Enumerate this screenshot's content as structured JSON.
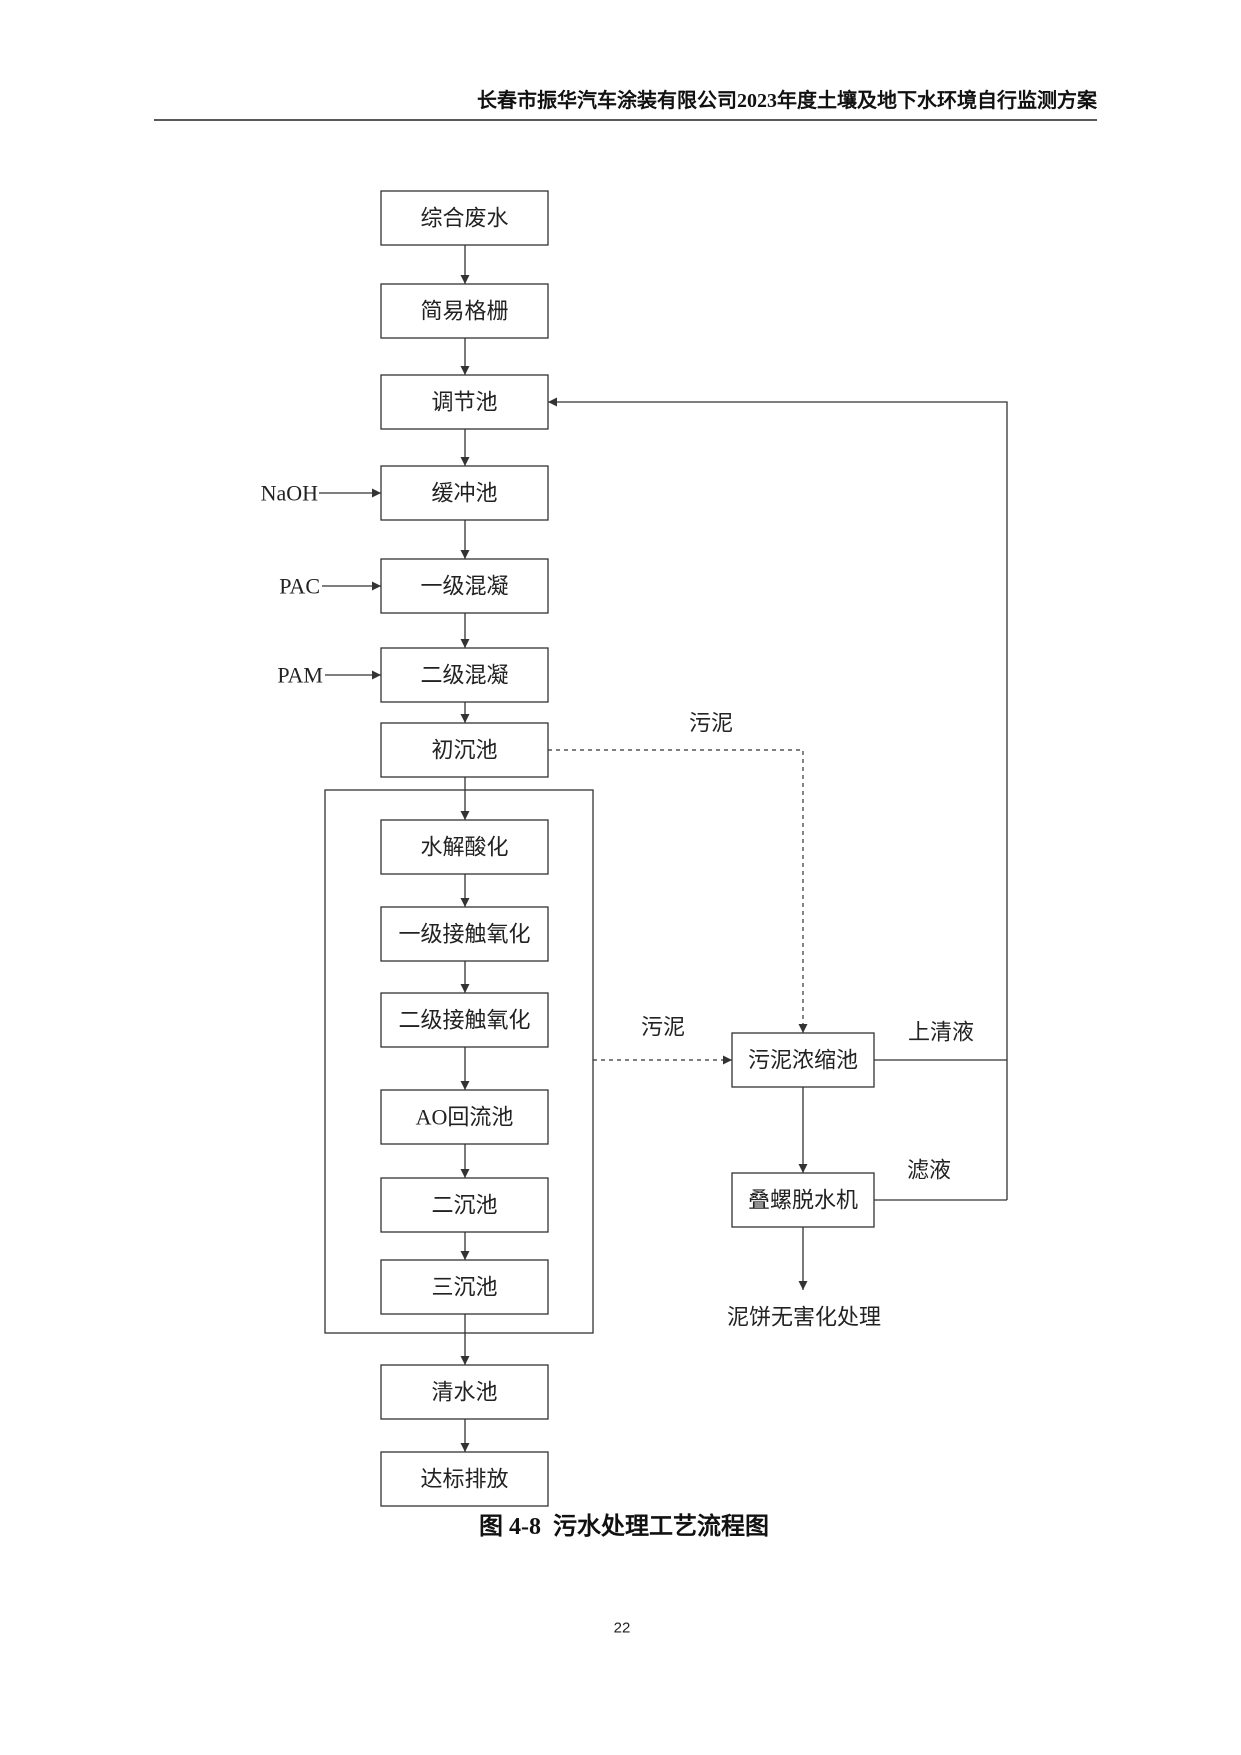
{
  "header": {
    "title": "长春市振华汽车涂装有限公司2023年度土壤及地下水环境自行监测方案"
  },
  "flowchart": {
    "main_steps": [
      "综合废水",
      "简易格栅",
      "调节池",
      "缓冲池",
      "一级混凝",
      "二级混凝",
      "初沉池",
      "水解酸化",
      "一级接触氧化",
      "二级接触氧化",
      "AO回流池",
      "二沉池",
      "三沉池",
      "清水池",
      "达标排放"
    ],
    "dosing": [
      "NaOH",
      "PAC",
      "PAM"
    ],
    "sludge_label_top": "污泥",
    "sludge_label_mid": "污泥",
    "thickener": "污泥浓缩池",
    "dewatering": "叠螺脱水机",
    "supernatant": "上清液",
    "filtrate": "滤液",
    "cake": "泥饼无害化处理"
  },
  "caption": "图 4-8  污水处理工艺流程图",
  "page_number": "22"
}
